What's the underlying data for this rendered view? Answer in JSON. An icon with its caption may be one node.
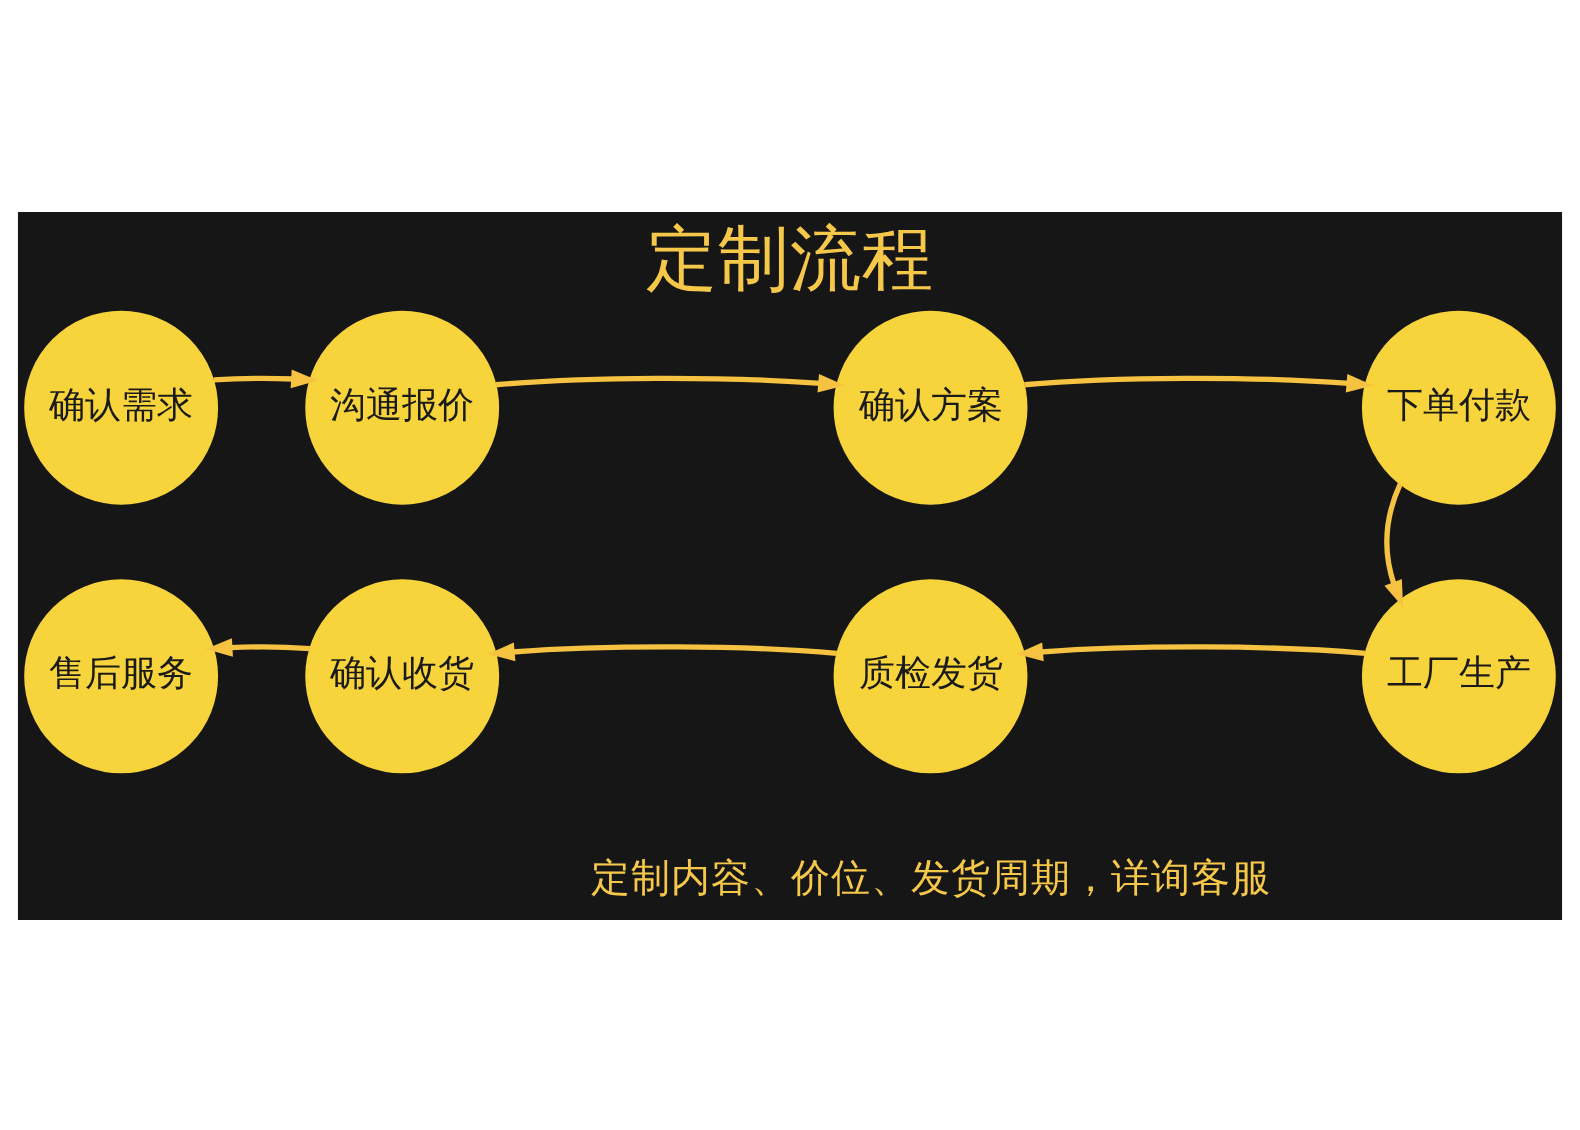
{
  "diagram": {
    "title": "定制流程",
    "caption": "定制内容、价位、发货周期，详询客服",
    "nodes": [
      {
        "text": [
          "确认需求"
        ]
      },
      {
        "text": [
          "沟通报价"
        ]
      },
      {
        "text": [
          "确认方案"
        ]
      },
      {
        "text": [
          "下单付款"
        ]
      },
      {
        "text": [
          "售后服务"
        ]
      },
      {
        "text": [
          "确认收货"
        ]
      },
      {
        "text": [
          "质检发货"
        ]
      },
      {
        "text": [
          "工厂生产"
        ]
      }
    ],
    "edges": [
      {
        "from": 0,
        "to": 1,
        "arrow": "to"
      },
      {
        "from": 1,
        "to": 2,
        "arrow": "to"
      },
      {
        "from": 2,
        "to": 3,
        "arrow": "to"
      },
      {
        "from": 3,
        "to": 7,
        "arrow": "to"
      },
      {
        "from": 7,
        "to": 6,
        "arrow": "to"
      },
      {
        "from": 6,
        "to": 5,
        "arrow": "to"
      },
      {
        "from": 5,
        "to": 4,
        "arrow": "to"
      }
    ]
  }
}
